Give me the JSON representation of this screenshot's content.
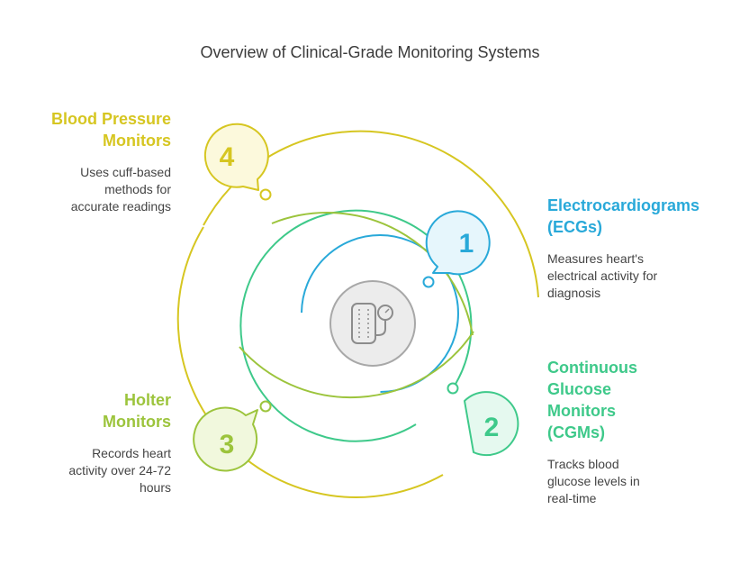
{
  "title": "Overview of Clinical-Grade Monitoring Systems",
  "items": [
    {
      "number": "1",
      "title_lines": [
        "Electrocardiograms",
        "(ECGs)"
      ],
      "desc_lines": [
        "Measures heart's",
        "electrical activity for",
        "diagnosis"
      ],
      "color": "#29a9d9",
      "fill": "#e6f6fc"
    },
    {
      "number": "2",
      "title_lines": [
        "Continuous",
        "Glucose",
        "Monitors",
        "(CGMs)"
      ],
      "desc_lines": [
        "Tracks blood",
        "glucose levels in",
        "real-time"
      ],
      "color": "#3ec98a",
      "fill": "#e5f9ef"
    },
    {
      "number": "3",
      "title_lines": [
        "Holter",
        "Monitors"
      ],
      "desc_lines": [
        "Records heart",
        "activity over 24-72",
        "hours"
      ],
      "color": "#9cc43c",
      "fill": "#f1f8dd"
    },
    {
      "number": "4",
      "title_lines": [
        "Blood Pressure",
        "Monitors"
      ],
      "desc_lines": [
        "Uses cuff-based",
        "methods for",
        "accurate readings"
      ],
      "color": "#d6c621",
      "fill": "#fcf9dc"
    }
  ],
  "center_icon": "blood-pressure-monitor-icon"
}
